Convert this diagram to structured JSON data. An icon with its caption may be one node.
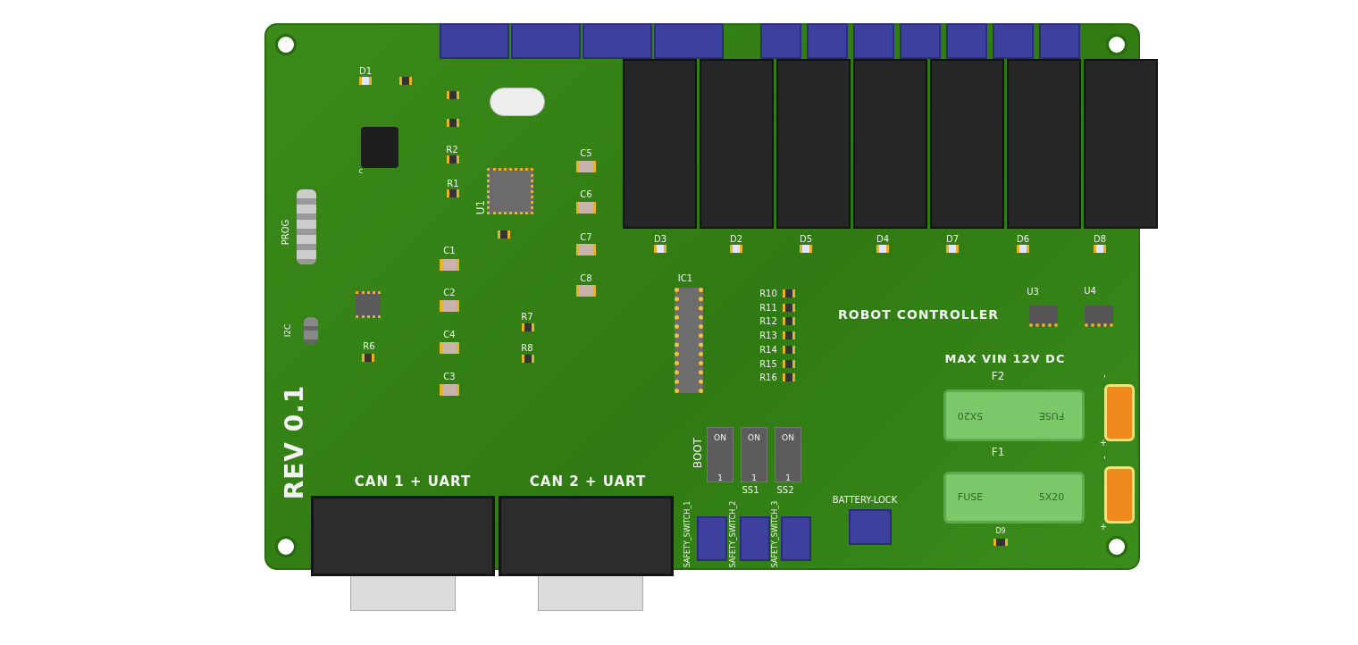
{
  "diagram": {
    "labels": [
      "D1",
      "c",
      "R2",
      "R1",
      "U1",
      "C5",
      "C6",
      "C7",
      "C8",
      "PROG",
      "C1",
      "C2",
      "IC1",
      "D3",
      "D2",
      "D5",
      "D4",
      "D7",
      "D6",
      "D8",
      "R10",
      "R11",
      "R12",
      "R13",
      "R14",
      "R15",
      "R16",
      "ROBOT CONTROLLER",
      "U3",
      "U4",
      "R7",
      "R6",
      "C4",
      "R8",
      "I2C",
      "MAX VIN 12V DC",
      "-",
      "F2",
      "5X20",
      "FUSE",
      "+",
      "-",
      "F1",
      "FUSE",
      "5X20",
      "+",
      "C3",
      "REV 0.1",
      "BOOT",
      "ON",
      "1",
      "ON",
      "1",
      "ON",
      "1",
      "SS1",
      "SS2",
      "CAN 1 + UART",
      "CAN 2 + UART",
      "BATTERY-LOCK",
      "SAFETY_SWITCH_1",
      "SAFETY_SWITCH_2",
      "SAFETY_SWITCH_3",
      "D9"
    ]
  }
}
